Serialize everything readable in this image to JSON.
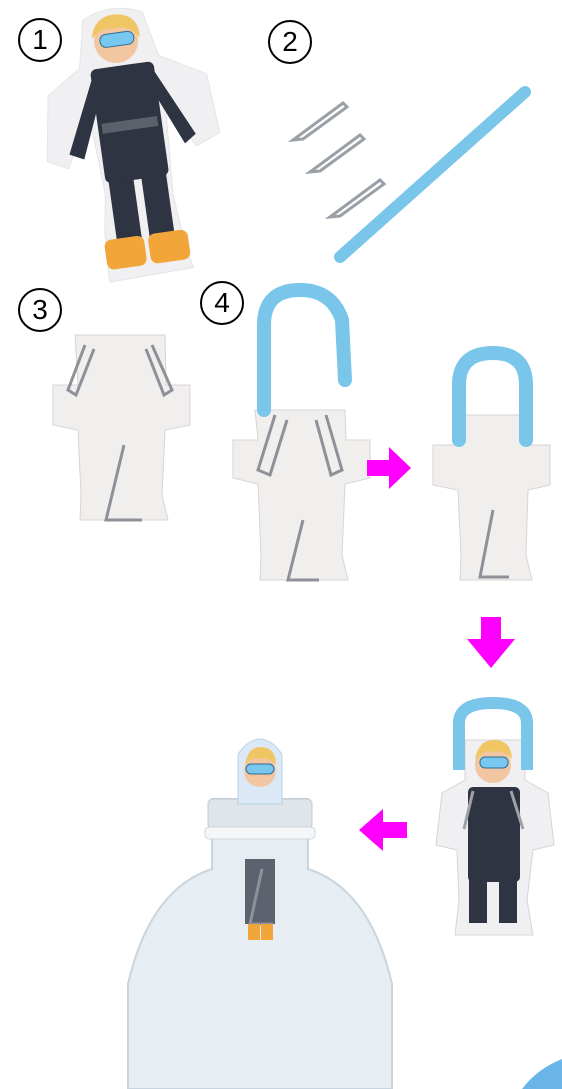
{
  "steps": [
    {
      "label": "1"
    },
    {
      "label": "2"
    },
    {
      "label": "3"
    },
    {
      "label": "4"
    }
  ],
  "colors": {
    "arrow": "#ff00ff",
    "straw": "#79c6ea",
    "suit": "#2f3442",
    "skin": "#f2c6a0",
    "hair": "#f0c665",
    "fins": "#f2a63a",
    "card": "#f1efee",
    "bottle_cap_ring": "#f5f6f8"
  },
  "icons": [
    "diver-card",
    "paper-clip",
    "straw",
    "arrow-right",
    "arrow-down",
    "arrow-left",
    "bottle"
  ]
}
